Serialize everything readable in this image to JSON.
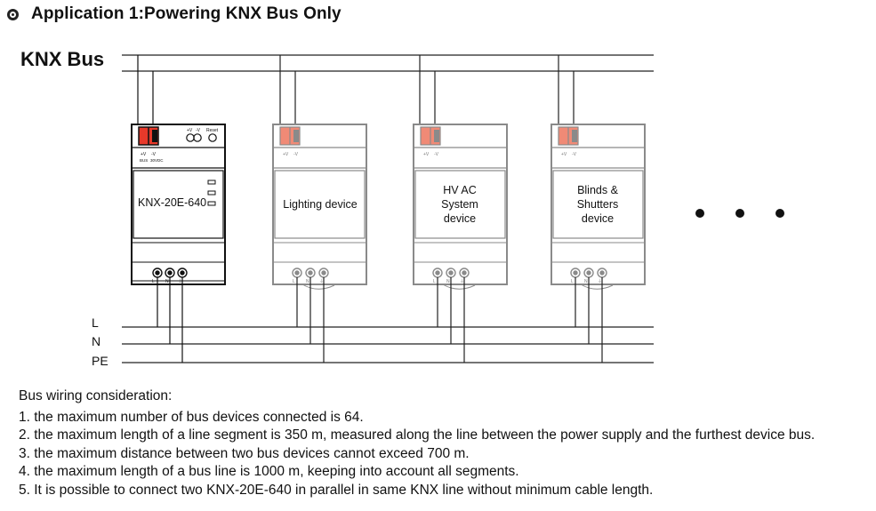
{
  "heading": {
    "title": "Application 1:Powering KNX Bus Only",
    "bullet_icon": "circle-bullet-icon"
  },
  "bus_label": "KNX Bus",
  "supply": {
    "model": "KNX-20E-640",
    "top_labels": [
      "+V",
      "-V",
      "Reset"
    ],
    "bus_label": "BUS",
    "vdc_label": "30VDC",
    "terminal_labels": [
      "L",
      "N",
      "⏚"
    ]
  },
  "devices": [
    {
      "lines": [
        "Lighting device"
      ]
    },
    {
      "lines": [
        "HV AC",
        "System",
        "device"
      ]
    },
    {
      "lines": [
        "Blinds &",
        "Shutters",
        "device"
      ]
    }
  ],
  "device_small_labels": [
    "+V",
    "-V"
  ],
  "device_terminal_labels": [
    "L",
    "N",
    "⏚"
  ],
  "mains_labels": [
    "L",
    "N",
    "PE"
  ],
  "ellipsis_icon": "three-dots-icon",
  "notes": {
    "title": "Bus wiring consideration:",
    "items": [
      "1. the maximum number of bus devices connected is 64.",
      "2. the maximum length of a line segment is 350 m, measured along the line between the power supply and the furthest device bus.",
      "3. the maximum distance between two bus devices cannot exceed 700 m.",
      "4. the maximum length of a bus line is 1000 m, keeping into account all segments.",
      "5. It is possible to connect two KNX-20E-640 in parallel in same KNX line without minimum cable length."
    ]
  },
  "colors": {
    "terminal_red": "#e8392a",
    "device_red": "#f08a76",
    "device_gray": "#8a8a8a",
    "line": "#222222"
  }
}
